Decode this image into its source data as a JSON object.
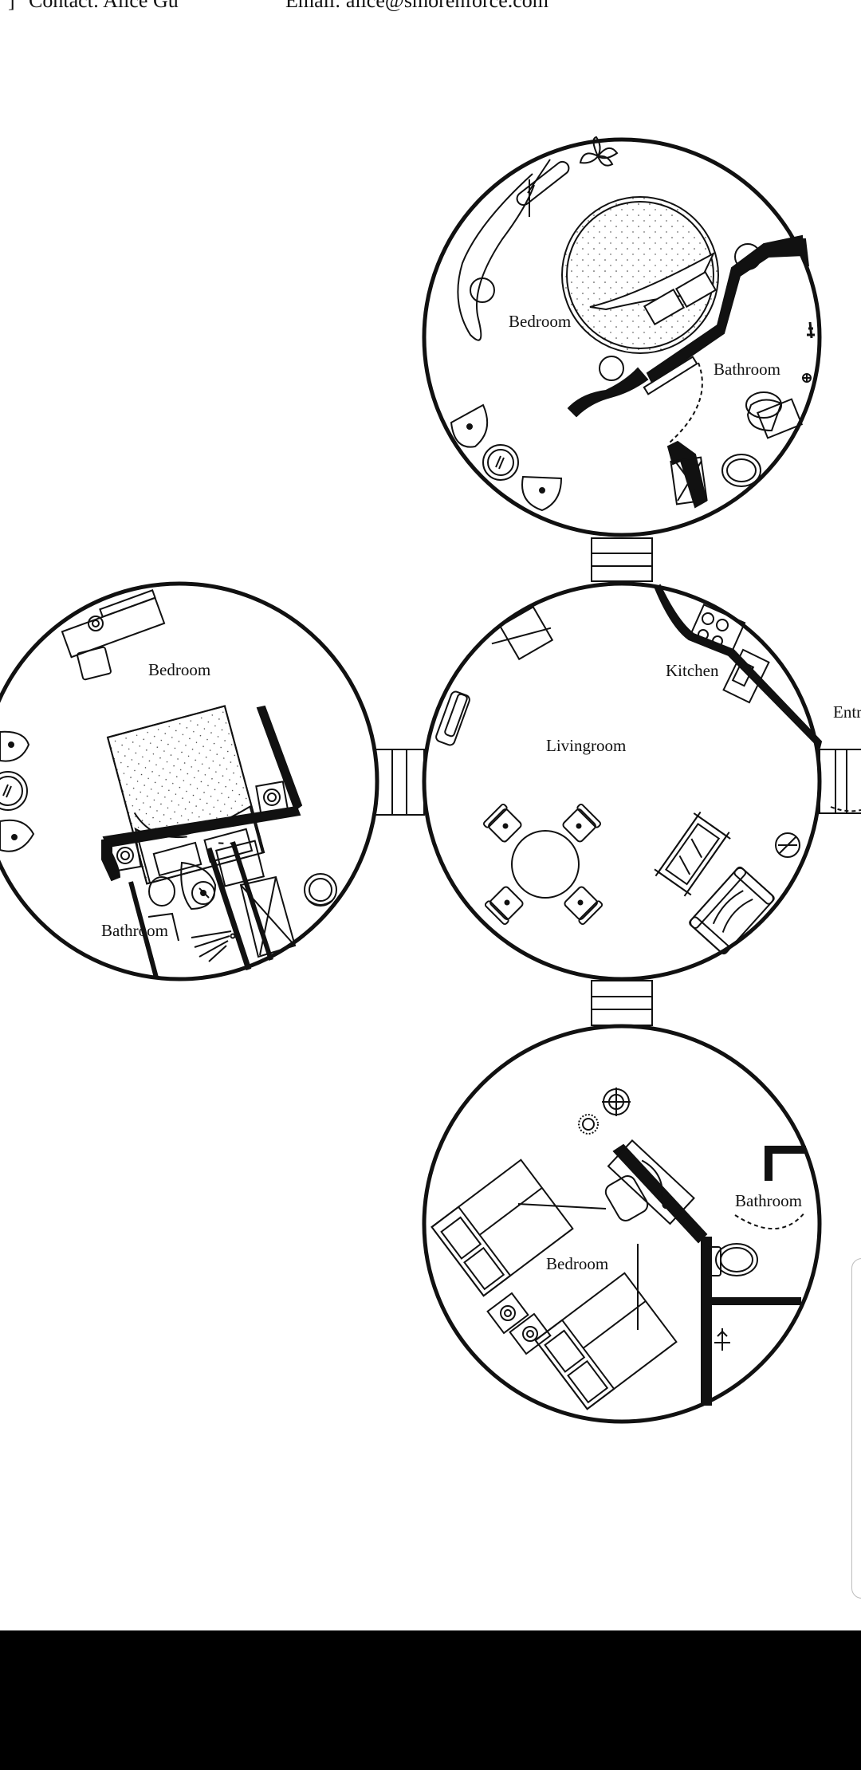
{
  "header": {
    "contact": "Contact: Alice Gu",
    "email": "Email: alice@smorenforce.com"
  },
  "rooms": {
    "top_bedroom": "Bedroom",
    "top_bathroom": "Bathroom",
    "left_bedroom": "Bedroom",
    "left_bathroom": "Bathroom",
    "kitchen": "Kitchen",
    "livingroom": "Livingroom",
    "entry": "Entr",
    "bottom_bedroom": "Bedroom",
    "bottom_bathroom": "Bathroom"
  },
  "colors": {
    "line": "#111111",
    "background": "#ffffff",
    "bar": "#000000"
  }
}
